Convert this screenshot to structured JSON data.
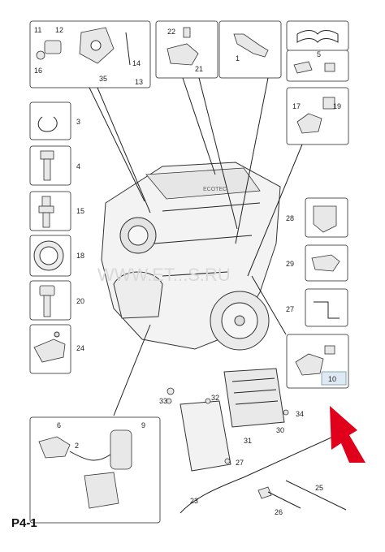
{
  "page_label": "P4-1",
  "watermark": "WWW.ET...S.RU",
  "highlight_color": "#e0001b",
  "callouts": {
    "c1": "1",
    "c2": "2",
    "c3": "3",
    "c4": "4",
    "c5": "5",
    "c6": "6",
    "c9": "9",
    "c10": "10",
    "c11": "11",
    "c12": "12",
    "c13": "13",
    "c14": "14",
    "c15": "15",
    "c16": "16",
    "c17": "17",
    "c18": "18",
    "c19": "19",
    "c20": "20",
    "c21": "21",
    "c22": "22",
    "c23": "23",
    "c24": "24",
    "c25": "25",
    "c26": "26",
    "c27a": "27",
    "c27b": "27",
    "c28": "28",
    "c29": "29",
    "c30": "30",
    "c31": "31",
    "c32": "32",
    "c33": "33",
    "c34": "34",
    "c35": "35"
  }
}
